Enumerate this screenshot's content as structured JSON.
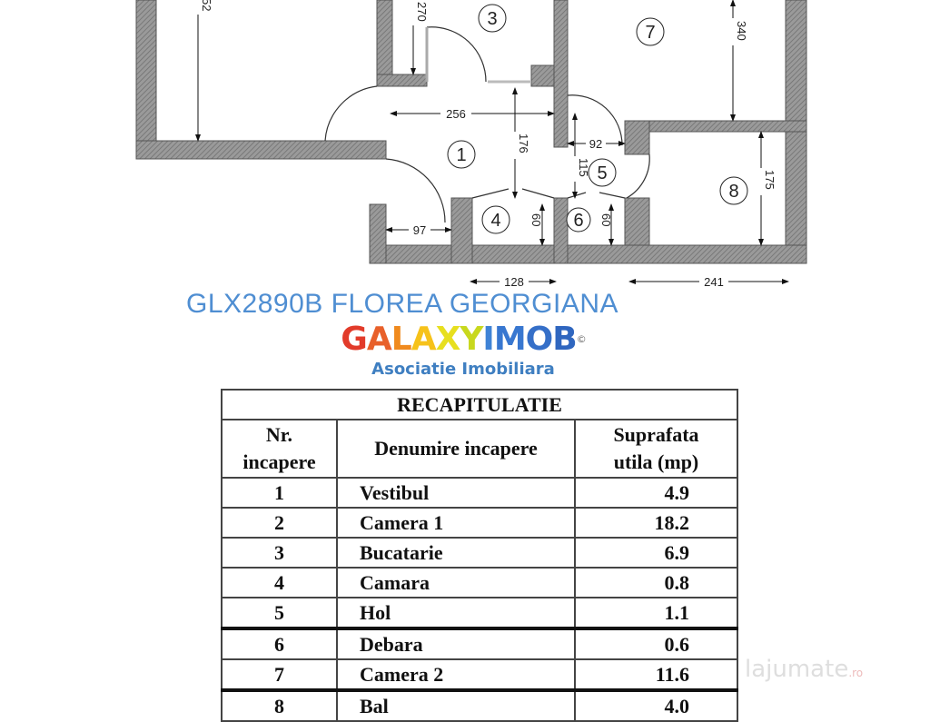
{
  "plan": {
    "rooms": [
      "1",
      "3",
      "4",
      "5",
      "6",
      "7",
      "8"
    ],
    "dimensions": {
      "d52": "52",
      "d270": "270",
      "d340": "340",
      "d256": "256",
      "d176": "176",
      "d92": "92",
      "d115": "115",
      "d175": "175",
      "d60a": "60",
      "d60b": "60",
      "d97": "97",
      "d128": "128",
      "d241": "241"
    },
    "wall_color": "#8a8a8a"
  },
  "logo": {
    "letters": [
      {
        "ch": "G",
        "color": "#e23b2a"
      },
      {
        "ch": "A",
        "color": "#e8602a"
      },
      {
        "ch": "L",
        "color": "#f08a1e"
      },
      {
        "ch": "A",
        "color": "#f6c21a"
      },
      {
        "ch": "X",
        "color": "#e7df1f"
      },
      {
        "ch": "Y",
        "color": "#c8d81e"
      },
      {
        "ch": "I",
        "color": "#3f83d6"
      },
      {
        "ch": "M",
        "color": "#3877d0"
      },
      {
        "ch": "O",
        "color": "#356fc8"
      },
      {
        "ch": "B",
        "color": "#2f66bf"
      }
    ],
    "registered": "©",
    "subtitle": "Asociatie Imobiliara"
  },
  "watermark": "GLX2890B FLOREA GEORGIANA",
  "table": {
    "title": "RECAPITULATIE",
    "headers": [
      "Nr.\nincapere",
      "Denumire incapere",
      "Suprafata\nutila (mp)"
    ],
    "rows": [
      {
        "nr": "1",
        "name": "Vestibul",
        "area": "4.9"
      },
      {
        "nr": "2",
        "name": "Camera 1",
        "area": "18.2"
      },
      {
        "nr": "3",
        "name": "Bucatarie",
        "area": "6.9"
      },
      {
        "nr": "4",
        "name": "Camara",
        "area": "0.8"
      },
      {
        "nr": "5",
        "name": "Hol",
        "area": "1.1"
      },
      {
        "nr": "6",
        "name": "Debara",
        "area": "0.6"
      },
      {
        "nr": "7",
        "name": "Camera 2",
        "area": "11.6"
      },
      {
        "nr": "8",
        "name": "Bal",
        "area": "4.0"
      }
    ]
  },
  "site_watermark": {
    "name": "lajumate",
    "tld": ".ro"
  }
}
